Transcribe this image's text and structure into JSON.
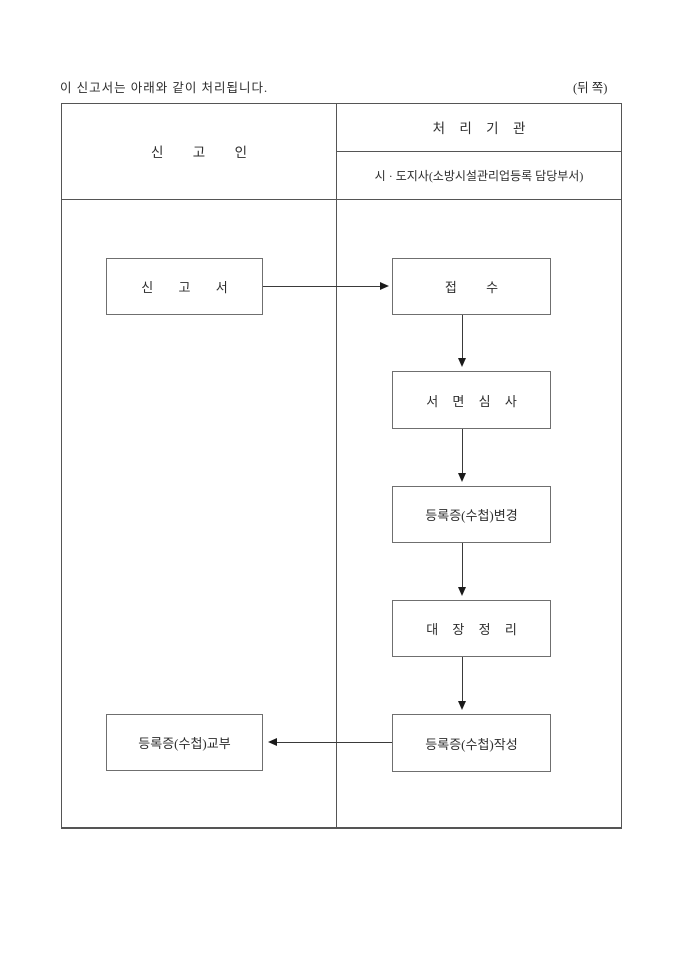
{
  "page": {
    "note": "이 신고서는 아래와 같이 처리됩니다.",
    "back_label": "(뒤 쪽)"
  },
  "table": {
    "declarant_header": "신 고 인",
    "agency_header": "처 리 기 관",
    "agency_department": "시 · 도지사(소방시설관리업등록 담당부서)"
  },
  "flow": {
    "report": "신 고 서",
    "receive": "접 수",
    "review": "서 면 심 사",
    "change": "등록증(수첩)변경",
    "ledger": "대 장 정 리",
    "prepare": "등록증(수첩)작성",
    "issue": "등록증(수첩)교부"
  },
  "colors": {
    "text": "#2d2d2d",
    "table_border": "#555555",
    "box_border": "#6f6f6f",
    "connector": "#3a3a3a",
    "background": "#ffffff"
  }
}
